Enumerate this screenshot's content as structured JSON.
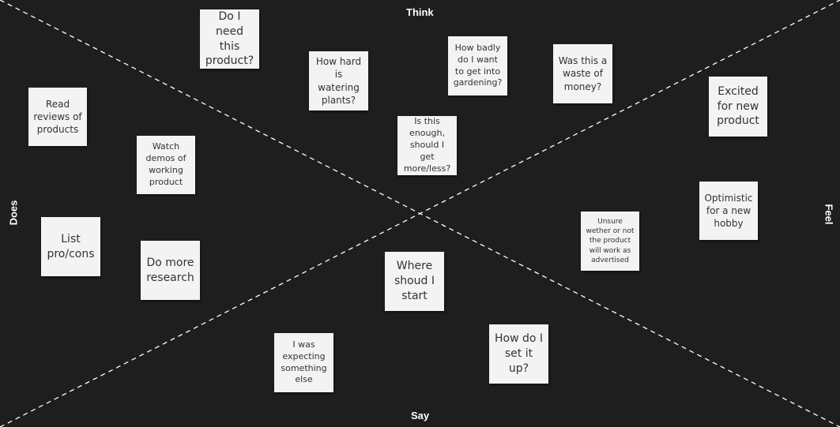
{
  "labels": {
    "think": "Think",
    "say": "Say",
    "does": "Does",
    "feel": "Feel"
  },
  "notes": {
    "need_product": "Do I need this product?",
    "watering": "How hard is watering plants?",
    "badly_gardening": "How badly do I want to get into gardening?",
    "waste_money": "Was this a waste of money?",
    "enough": "Is this enough, should I get more/less?",
    "read_reviews": "Read reviews of products",
    "watch_demos": "Watch demos of working product",
    "pro_cons": "List pro/cons",
    "more_research": "Do more research",
    "excited": "Excited for new product",
    "optimistic": "Optimistic for a new hobby",
    "unsure": "Unsure wether or not the product will work as advertised",
    "where_start": "Where shoud I start",
    "set_up": "How do I set it up?",
    "expecting_else": "I was expecting something else"
  },
  "colors": {
    "background": "#1e1e1e",
    "line": "#ffffff",
    "note": "#f3f3f3",
    "note_text": "#333333"
  }
}
